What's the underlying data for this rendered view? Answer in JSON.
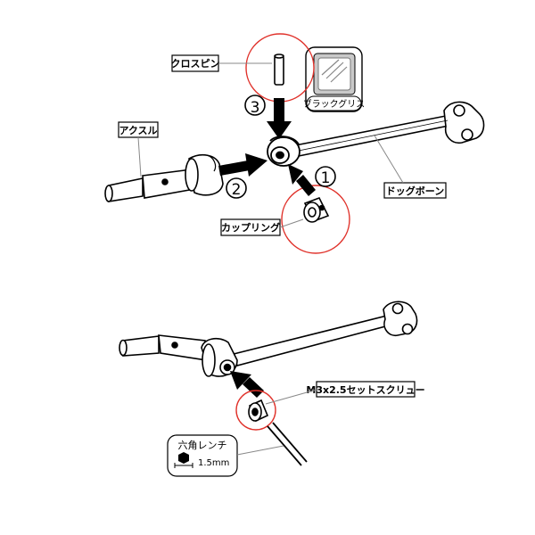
{
  "labels": {
    "cross_pin": "クロスピン",
    "black_grease": "ブラックグリス",
    "axle": "アクスル",
    "dogbone": "ドッグボーン",
    "coupling_ring": "カップリング",
    "set_screw": "M3x2.5セットスクリュー",
    "hex_wrench": "六角レンチ",
    "hex_size": "1.5mm"
  },
  "steps": {
    "step1": "1",
    "step2": "2",
    "step3": "3"
  },
  "colors": {
    "highlight_circle": "#e0322b",
    "line": "#000000",
    "leader": "#888888",
    "grease_box": "#9a9a9a"
  }
}
